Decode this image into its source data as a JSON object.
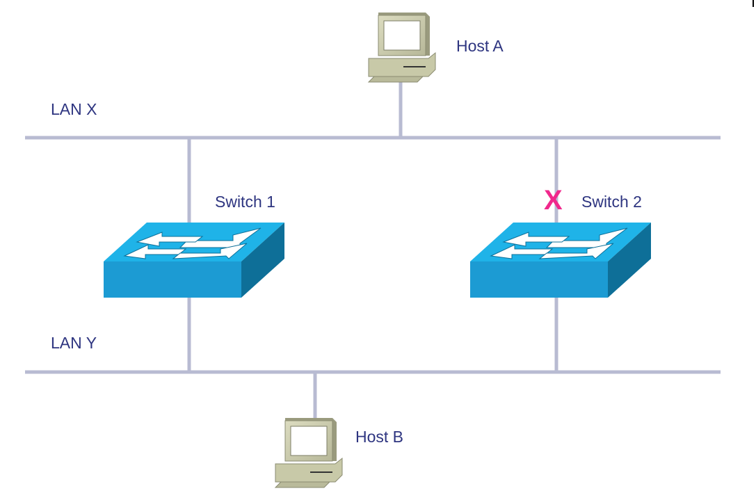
{
  "lans": {
    "x": {
      "label": "LAN X"
    },
    "y": {
      "label": "LAN Y"
    }
  },
  "hosts": {
    "a": {
      "label": "Host A"
    },
    "b": {
      "label": "Host B"
    }
  },
  "switches": {
    "one": {
      "label": "Switch 1",
      "blocked": false
    },
    "two": {
      "label": "Switch 2",
      "blocked": true,
      "blocked_mark": "X"
    }
  },
  "colors": {
    "link": "#b8bbd2",
    "label_text": "#2e3580",
    "blocked_mark": "#f0288c",
    "switch_top": "#1fb3e8",
    "switch_front": "#1c9bd3",
    "switch_side": "#0e6f98",
    "host_body": "#c8c9a8"
  },
  "icons": {
    "switch": "network-switch-icon",
    "host": "computer-terminal-icon"
  }
}
